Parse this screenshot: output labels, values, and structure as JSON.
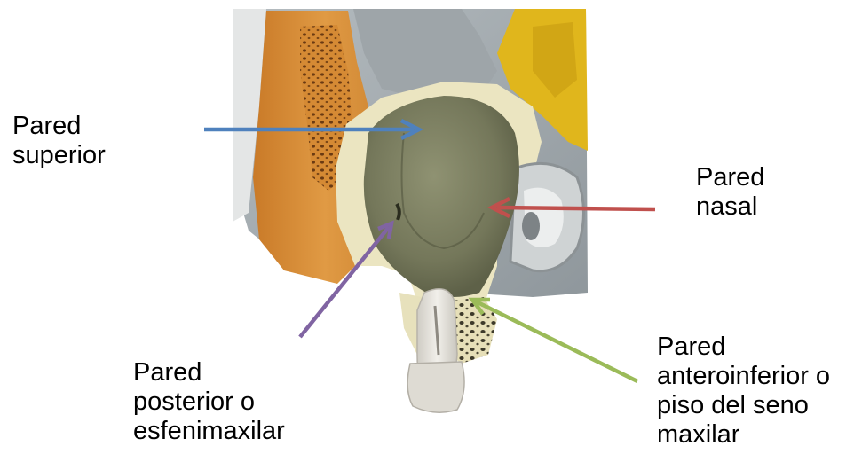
{
  "labels": {
    "superior": {
      "line1": "Pared",
      "line2": "superior"
    },
    "nasal": {
      "line1": "Pared",
      "line2": "nasal"
    },
    "posterior": {
      "line1": "Pared",
      "line2": "posterior o",
      "line3": "esfenimaxilar"
    },
    "anteroinferior": {
      "line1": "Pared",
      "line2": "anteroinferior o",
      "line3": "piso del seno",
      "line4": "maxilar"
    }
  },
  "arrows": {
    "superior": {
      "color": "#4f81bd",
      "name": "blue-arrow"
    },
    "nasal": {
      "color": "#c0504d",
      "name": "red-arrow"
    },
    "posterior": {
      "color": "#8064a2",
      "name": "purple-arrow"
    },
    "anteroinferior": {
      "color": "#9bbb59",
      "name": "green-arrow"
    }
  },
  "colors": {
    "sinus_cavity": "#7a7d5e",
    "bone": "#e8e2bc",
    "cortical_orange": "#d9892e",
    "yellow_bone": "#e2b91a",
    "tooth": "#e6e4df"
  }
}
